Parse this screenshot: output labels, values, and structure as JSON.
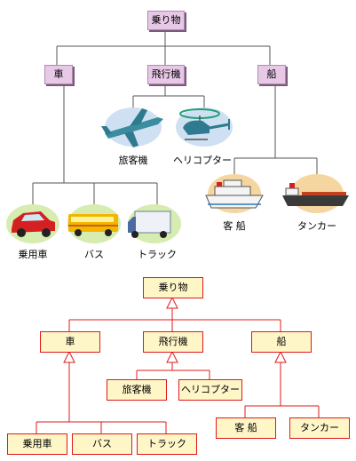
{
  "top_diagram": {
    "root": "乗り物",
    "categories": [
      "車",
      "飛行機",
      "船"
    ],
    "car_items": [
      "乗用車",
      "バス",
      "トラック"
    ],
    "plane_items": [
      "旅客機",
      "ヘリコプター"
    ],
    "ship_items": [
      "客 船",
      "タンカー"
    ]
  },
  "uml_diagram": {
    "root": "乗り物",
    "categories": [
      "車",
      "飛行機",
      "船"
    ],
    "car_items": [
      "乗用車",
      "バス",
      "トラック"
    ],
    "plane_items": [
      "旅客機",
      "ヘリコプター"
    ],
    "ship_items": [
      "客 船",
      "タンカー"
    ]
  },
  "colors": {
    "category_box": "#e7c8e7",
    "uml_box_fill": "#fff6c8",
    "uml_line": "#e01818",
    "blob_green": "#d7ecb0",
    "blob_blue": "#cfe0f2",
    "blob_orange": "#f6d6a0"
  }
}
